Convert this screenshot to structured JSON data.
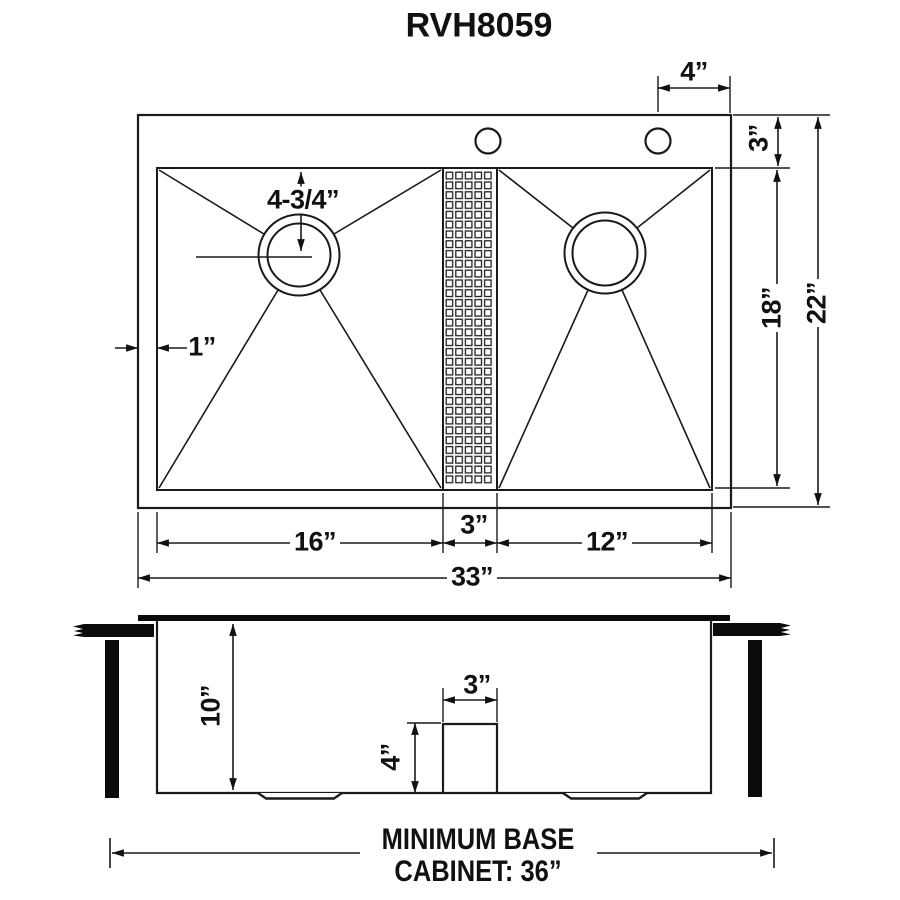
{
  "title": "RVH8059",
  "top_view": {
    "faucet_hole_offset": "4”",
    "rear_deck_depth": "3”",
    "bowl_front_to_back": "18”",
    "overall_front_to_back": "22”",
    "left_bowl_width": "16”",
    "divider_width": "3”",
    "right_bowl_width": "12”",
    "overall_width": "33”",
    "rim_width": "1”",
    "drain_offset": "4-3/4”"
  },
  "front_view": {
    "bowl_depth": "10”",
    "divider_width": "3”",
    "divider_height": "4”",
    "cabinet_note_line1": "MINIMUM BASE",
    "cabinet_note_line2": "CABINET: 36”"
  }
}
